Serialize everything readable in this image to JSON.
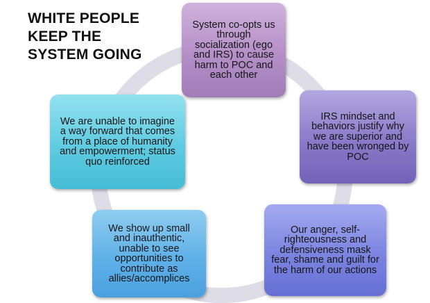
{
  "title": {
    "line1": "WHITE PEOPLE",
    "line2": "KEEP THE",
    "line3": "SYSTEM GOING"
  },
  "cycle": {
    "steps": [
      "System co-opts us through socialization (ego and IRS) to cause harm to POC and each other",
      "IRS mindset and behaviors justify why we are superior and have been wronged by POC",
      "Our anger, self-righteousness and defensiveness mask fear, shame and guilt for the harm of our actions",
      "We show up small and inauthentic, unable to see opportunities to contribute as allies/accomplices",
      "We are unable to imagine a way forward that comes from a place of humanity and empowerment; status quo reinforced"
    ]
  },
  "colors": {
    "ring": "#dedce6",
    "step1": "#b48fc7",
    "step2": "#8a79c9",
    "step3": "#7b84e0",
    "step4": "#5fb1e8",
    "step5": "#5fcbe1"
  }
}
